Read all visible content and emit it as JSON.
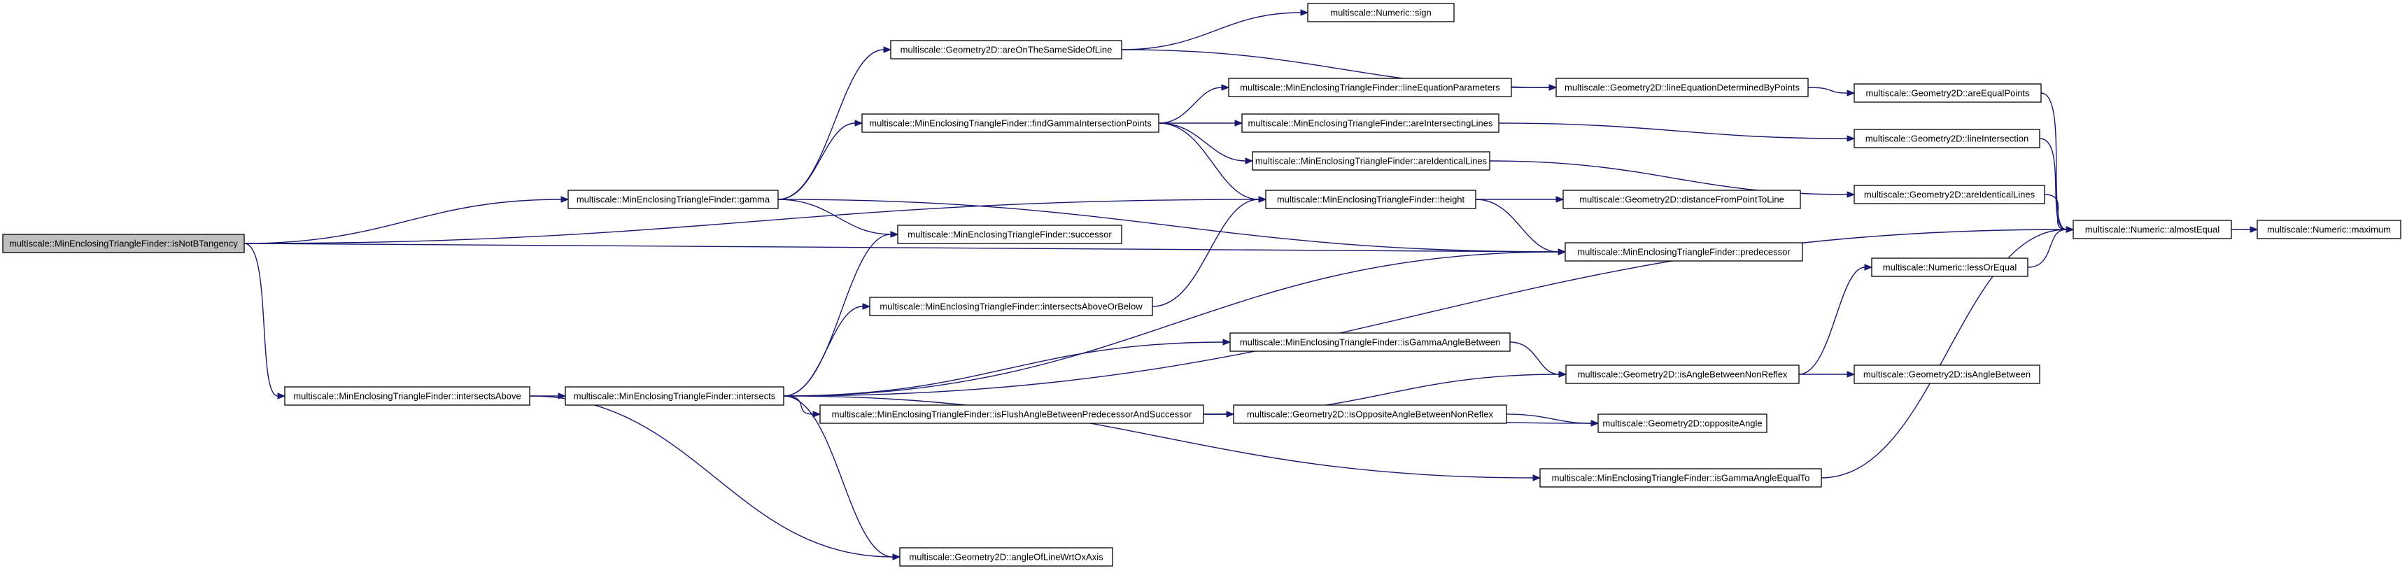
{
  "diagram": {
    "nodes": [
      {
        "id": "isNotBTangency",
        "label": "multiscale::MinEnclosingTriangleFinder::isNotBTangency",
        "root": true
      },
      {
        "id": "gamma",
        "label": "multiscale::MinEnclosingTriangleFinder::gamma"
      },
      {
        "id": "intersectsAbove",
        "label": "multiscale::MinEnclosingTriangleFinder::intersectsAbove"
      },
      {
        "id": "intersects",
        "label": "multiscale::MinEnclosingTriangleFinder::intersects"
      },
      {
        "id": "areOnTheSameSideOfLine",
        "label": "multiscale::Geometry2D::areOnTheSameSideOfLine"
      },
      {
        "id": "findGammaIntersectionPoints",
        "label": "multiscale::MinEnclosingTriangleFinder::findGammaIntersectionPoints"
      },
      {
        "id": "successor",
        "label": "multiscale::MinEnclosingTriangleFinder::successor"
      },
      {
        "id": "intersectsAboveOrBelow",
        "label": "multiscale::MinEnclosingTriangleFinder::intersectsAboveOrBelow"
      },
      {
        "id": "isFlushAngleBetweenPredecessorAndSuccessor",
        "label": "multiscale::MinEnclosingTriangleFinder::isFlushAngleBetweenPredecessorAndSuccessor"
      },
      {
        "id": "angleOfLineWrtOxAxis",
        "label": "multiscale::Geometry2D::angleOfLineWrtOxAxis"
      },
      {
        "id": "numericSign",
        "label": "multiscale::Numeric::sign"
      },
      {
        "id": "lineEquationParameters",
        "label": "multiscale::MinEnclosingTriangleFinder::lineEquationParameters"
      },
      {
        "id": "areIntersectingLines",
        "label": "multiscale::MinEnclosingTriangleFinder::areIntersectingLines"
      },
      {
        "id": "areIdenticalLinesMETF",
        "label": "multiscale::MinEnclosingTriangleFinder::areIdenticalLines"
      },
      {
        "id": "height",
        "label": "multiscale::MinEnclosingTriangleFinder::height"
      },
      {
        "id": "isGammaAngleBetween",
        "label": "multiscale::MinEnclosingTriangleFinder::isGammaAngleBetween"
      },
      {
        "id": "isOppositeAngleBetweenNonReflex",
        "label": "multiscale::Geometry2D::isOppositeAngleBetweenNonReflex"
      },
      {
        "id": "isGammaAngleEqualTo",
        "label": "multiscale::MinEnclosingTriangleFinder::isGammaAngleEqualTo"
      },
      {
        "id": "lineEquationDeterminedByPoints",
        "label": "multiscale::Geometry2D::lineEquationDeterminedByPoints"
      },
      {
        "id": "distanceFromPointToLine",
        "label": "multiscale::Geometry2D::distanceFromPointToLine"
      },
      {
        "id": "predecessor",
        "label": "multiscale::MinEnclosingTriangleFinder::predecessor"
      },
      {
        "id": "isAngleBetweenNonReflex",
        "label": "multiscale::Geometry2D::isAngleBetweenNonReflex"
      },
      {
        "id": "oppositeAngle",
        "label": "multiscale::Geometry2D::oppositeAngle"
      },
      {
        "id": "areEqualPoints",
        "label": "multiscale::Geometry2D::areEqualPoints"
      },
      {
        "id": "lineIntersection",
        "label": "multiscale::Geometry2D::lineIntersection"
      },
      {
        "id": "areIdenticalLinesG2D",
        "label": "multiscale::Geometry2D::areIdenticalLines"
      },
      {
        "id": "lessOrEqual",
        "label": "multiscale::Numeric::lessOrEqual"
      },
      {
        "id": "isAngleBetween",
        "label": "multiscale::Geometry2D::isAngleBetween"
      },
      {
        "id": "almostEqual",
        "label": "multiscale::Numeric::almostEqual"
      },
      {
        "id": "maximum",
        "label": "multiscale::Numeric::maximum"
      }
    ],
    "edges": [
      [
        "isNotBTangency",
        "gamma"
      ],
      [
        "isNotBTangency",
        "height"
      ],
      [
        "isNotBTangency",
        "predecessor"
      ],
      [
        "isNotBTangency",
        "intersectsAbove"
      ],
      [
        "gamma",
        "areOnTheSameSideOfLine"
      ],
      [
        "gamma",
        "findGammaIntersectionPoints"
      ],
      [
        "gamma",
        "successor"
      ],
      [
        "gamma",
        "predecessor"
      ],
      [
        "areOnTheSameSideOfLine",
        "numericSign"
      ],
      [
        "areOnTheSameSideOfLine",
        "lineEquationDeterminedByPoints"
      ],
      [
        "findGammaIntersectionPoints",
        "lineEquationParameters"
      ],
      [
        "findGammaIntersectionPoints",
        "areIntersectingLines"
      ],
      [
        "findGammaIntersectionPoints",
        "areIdenticalLinesMETF"
      ],
      [
        "findGammaIntersectionPoints",
        "height"
      ],
      [
        "lineEquationParameters",
        "lineEquationDeterminedByPoints"
      ],
      [
        "lineEquationDeterminedByPoints",
        "areEqualPoints"
      ],
      [
        "areEqualPoints",
        "almostEqual"
      ],
      [
        "areIntersectingLines",
        "lineIntersection"
      ],
      [
        "lineIntersection",
        "almostEqual"
      ],
      [
        "areIdenticalLinesMETF",
        "areIdenticalLinesG2D"
      ],
      [
        "areIdenticalLinesG2D",
        "almostEqual"
      ],
      [
        "height",
        "distanceFromPointToLine"
      ],
      [
        "height",
        "predecessor"
      ],
      [
        "almostEqual",
        "maximum"
      ],
      [
        "intersectsAbove",
        "intersects"
      ],
      [
        "intersectsAbove",
        "angleOfLineWrtOxAxis"
      ],
      [
        "intersects",
        "successor"
      ],
      [
        "intersects",
        "intersectsAboveOrBelow"
      ],
      [
        "intersects",
        "predecessor"
      ],
      [
        "intersects",
        "isGammaAngleBetween"
      ],
      [
        "intersects",
        "isFlushAngleBetweenPredecessorAndSuccessor"
      ],
      [
        "intersects",
        "isGammaAngleEqualTo"
      ],
      [
        "intersects",
        "almostEqual"
      ],
      [
        "intersects",
        "angleOfLineWrtOxAxis"
      ],
      [
        "intersectsAboveOrBelow",
        "height"
      ],
      [
        "isGammaAngleBetween",
        "isAngleBetweenNonReflex"
      ],
      [
        "isFlushAngleBetweenPredecessorAndSuccessor",
        "isAngleBetweenNonReflex"
      ],
      [
        "isFlushAngleBetweenPredecessorAndSuccessor",
        "isOppositeAngleBetweenNonReflex"
      ],
      [
        "isFlushAngleBetweenPredecessorAndSuccessor",
        "oppositeAngle"
      ],
      [
        "isOppositeAngleBetweenNonReflex",
        "oppositeAngle"
      ],
      [
        "isAngleBetweenNonReflex",
        "lessOrEqual"
      ],
      [
        "isAngleBetweenNonReflex",
        "isAngleBetween"
      ],
      [
        "lessOrEqual",
        "almostEqual"
      ],
      [
        "isGammaAngleEqualTo",
        "almostEqual"
      ]
    ]
  }
}
